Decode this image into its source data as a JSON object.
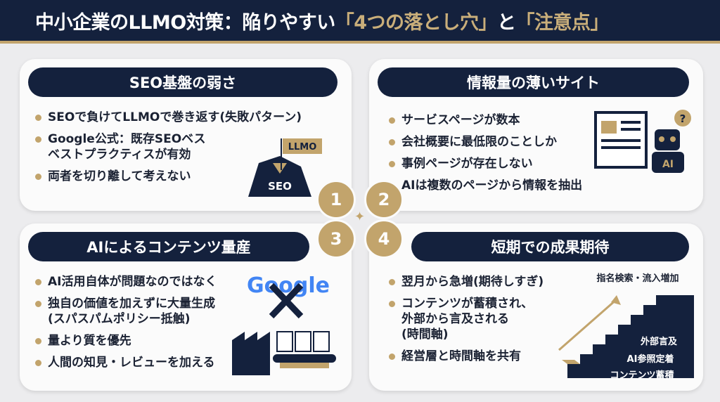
{
  "header": {
    "title_part1": "中小企業のLLMO対策：陥りやすい",
    "title_part2": "「4つの落とし穴」",
    "title_part3": "と",
    "title_part4": "「注意点」"
  },
  "cards": [
    {
      "number": "1",
      "title": "SEO基盤の弱さ",
      "items": [
        "SEOで負けてLLMOで巻き返す(失敗パターン)",
        "Google公式：既存SEOベス\nベストプラクティスが有効",
        "両者を切り離して考えない"
      ],
      "illustration": {
        "flag_label": "LLMO",
        "rock_label": "SEO"
      }
    },
    {
      "number": "2",
      "title": "情報量の薄いサイト",
      "items": [
        "サービスページが数本",
        "会社概要に最低限のことしか",
        "事例ページが存在しない",
        "AIは複数のページから情報を抽出"
      ],
      "illustration": {
        "robot_label": "AI",
        "bubble": "?"
      }
    },
    {
      "number": "3",
      "title": "AIによるコンテンツ量産",
      "items": [
        "AI活用自体が問題なのではなく",
        "独自の価値を加えずに大量生成\n(スパスパムポリシー抵触)",
        "量より質を優先",
        "人間の知見・レビューを加える"
      ],
      "illustration": {
        "logo": "Google"
      }
    },
    {
      "number": "4",
      "title": "短期での成果期待",
      "items": [
        "翌月から急増(期待しすぎ)",
        "コンテンツが蓄積され、\n外部から言及される\n(時間軸)",
        "経営層と時間軸を共有"
      ],
      "illustration": {
        "top_label": "指名検索・流入増加",
        "steps": [
          "外部言及",
          "AI参照定着",
          "コンテンツ蓄積"
        ]
      }
    }
  ],
  "colors": {
    "navy": "#14213d",
    "gold": "#c2a46c",
    "background": "#ececee"
  }
}
